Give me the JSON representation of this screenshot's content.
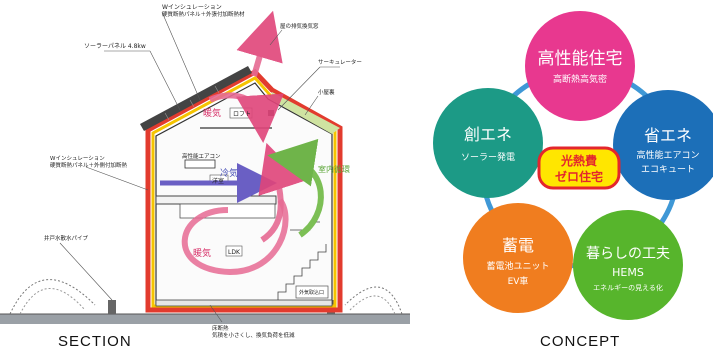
{
  "top_caption": "",
  "section": {
    "label": "SECTION",
    "annotations": {
      "insulation_top": "Wインシュレーション",
      "insulation_top_sub": "硬質断熱パネル＋外張付加断熱材",
      "solar_panel": "ソーラーパネル 4.8kw",
      "roof_exhaust": "屋の排気換気窓",
      "circulator": "サーキュレーター",
      "attic": "小屋裏",
      "loft": "ロフト",
      "high_perf_ac": "高性能エアコン",
      "insulation_wall": "Wインシュレーション",
      "insulation_wall_sub": "硬質断熱パネル＋外側付加断熱",
      "well_pipe": "井戸水散水パイプ",
      "floor_note": "床断熱",
      "floor_note_sub": "気積を小さくし、換気負荷を低減",
      "outdoor_unit": "外気取込口",
      "room_2f": "洋室",
      "ldk": "LDK"
    },
    "flows": {
      "warm_top": "暖気",
      "cool": "冷気",
      "warm_bottom": "暖気",
      "indoor_circulation": "室内循環"
    }
  },
  "concept": {
    "label": "CONCEPT",
    "center_line1": "光熱費",
    "center_line2": "ゼロ住宅",
    "nodes": [
      {
        "id": "top",
        "title": "高性能住宅",
        "sub1": "高断熱高気密",
        "sub2": "",
        "color": "#e8388f"
      },
      {
        "id": "right",
        "title": "省エネ",
        "sub1": "高性能エアコン",
        "sub2": "エコキュート",
        "color": "#1c6fb8"
      },
      {
        "id": "bottom-right",
        "title": "暮らしの工夫",
        "sub1": "HEMS",
        "sub2": "エネルギーの見える化",
        "color": "#57b52c"
      },
      {
        "id": "bottom-left",
        "title": "蓄電",
        "sub1": "蓄電池ユニット",
        "sub2": "EV車",
        "color": "#f07d1f"
      },
      {
        "id": "left",
        "title": "創エネ",
        "sub1": "ソーラー発電",
        "sub2": "",
        "color": "#1c9a86"
      }
    ],
    "ring_color": "#3f98d6",
    "center_color": "#e3262d",
    "center_fill": "#ffe600"
  }
}
